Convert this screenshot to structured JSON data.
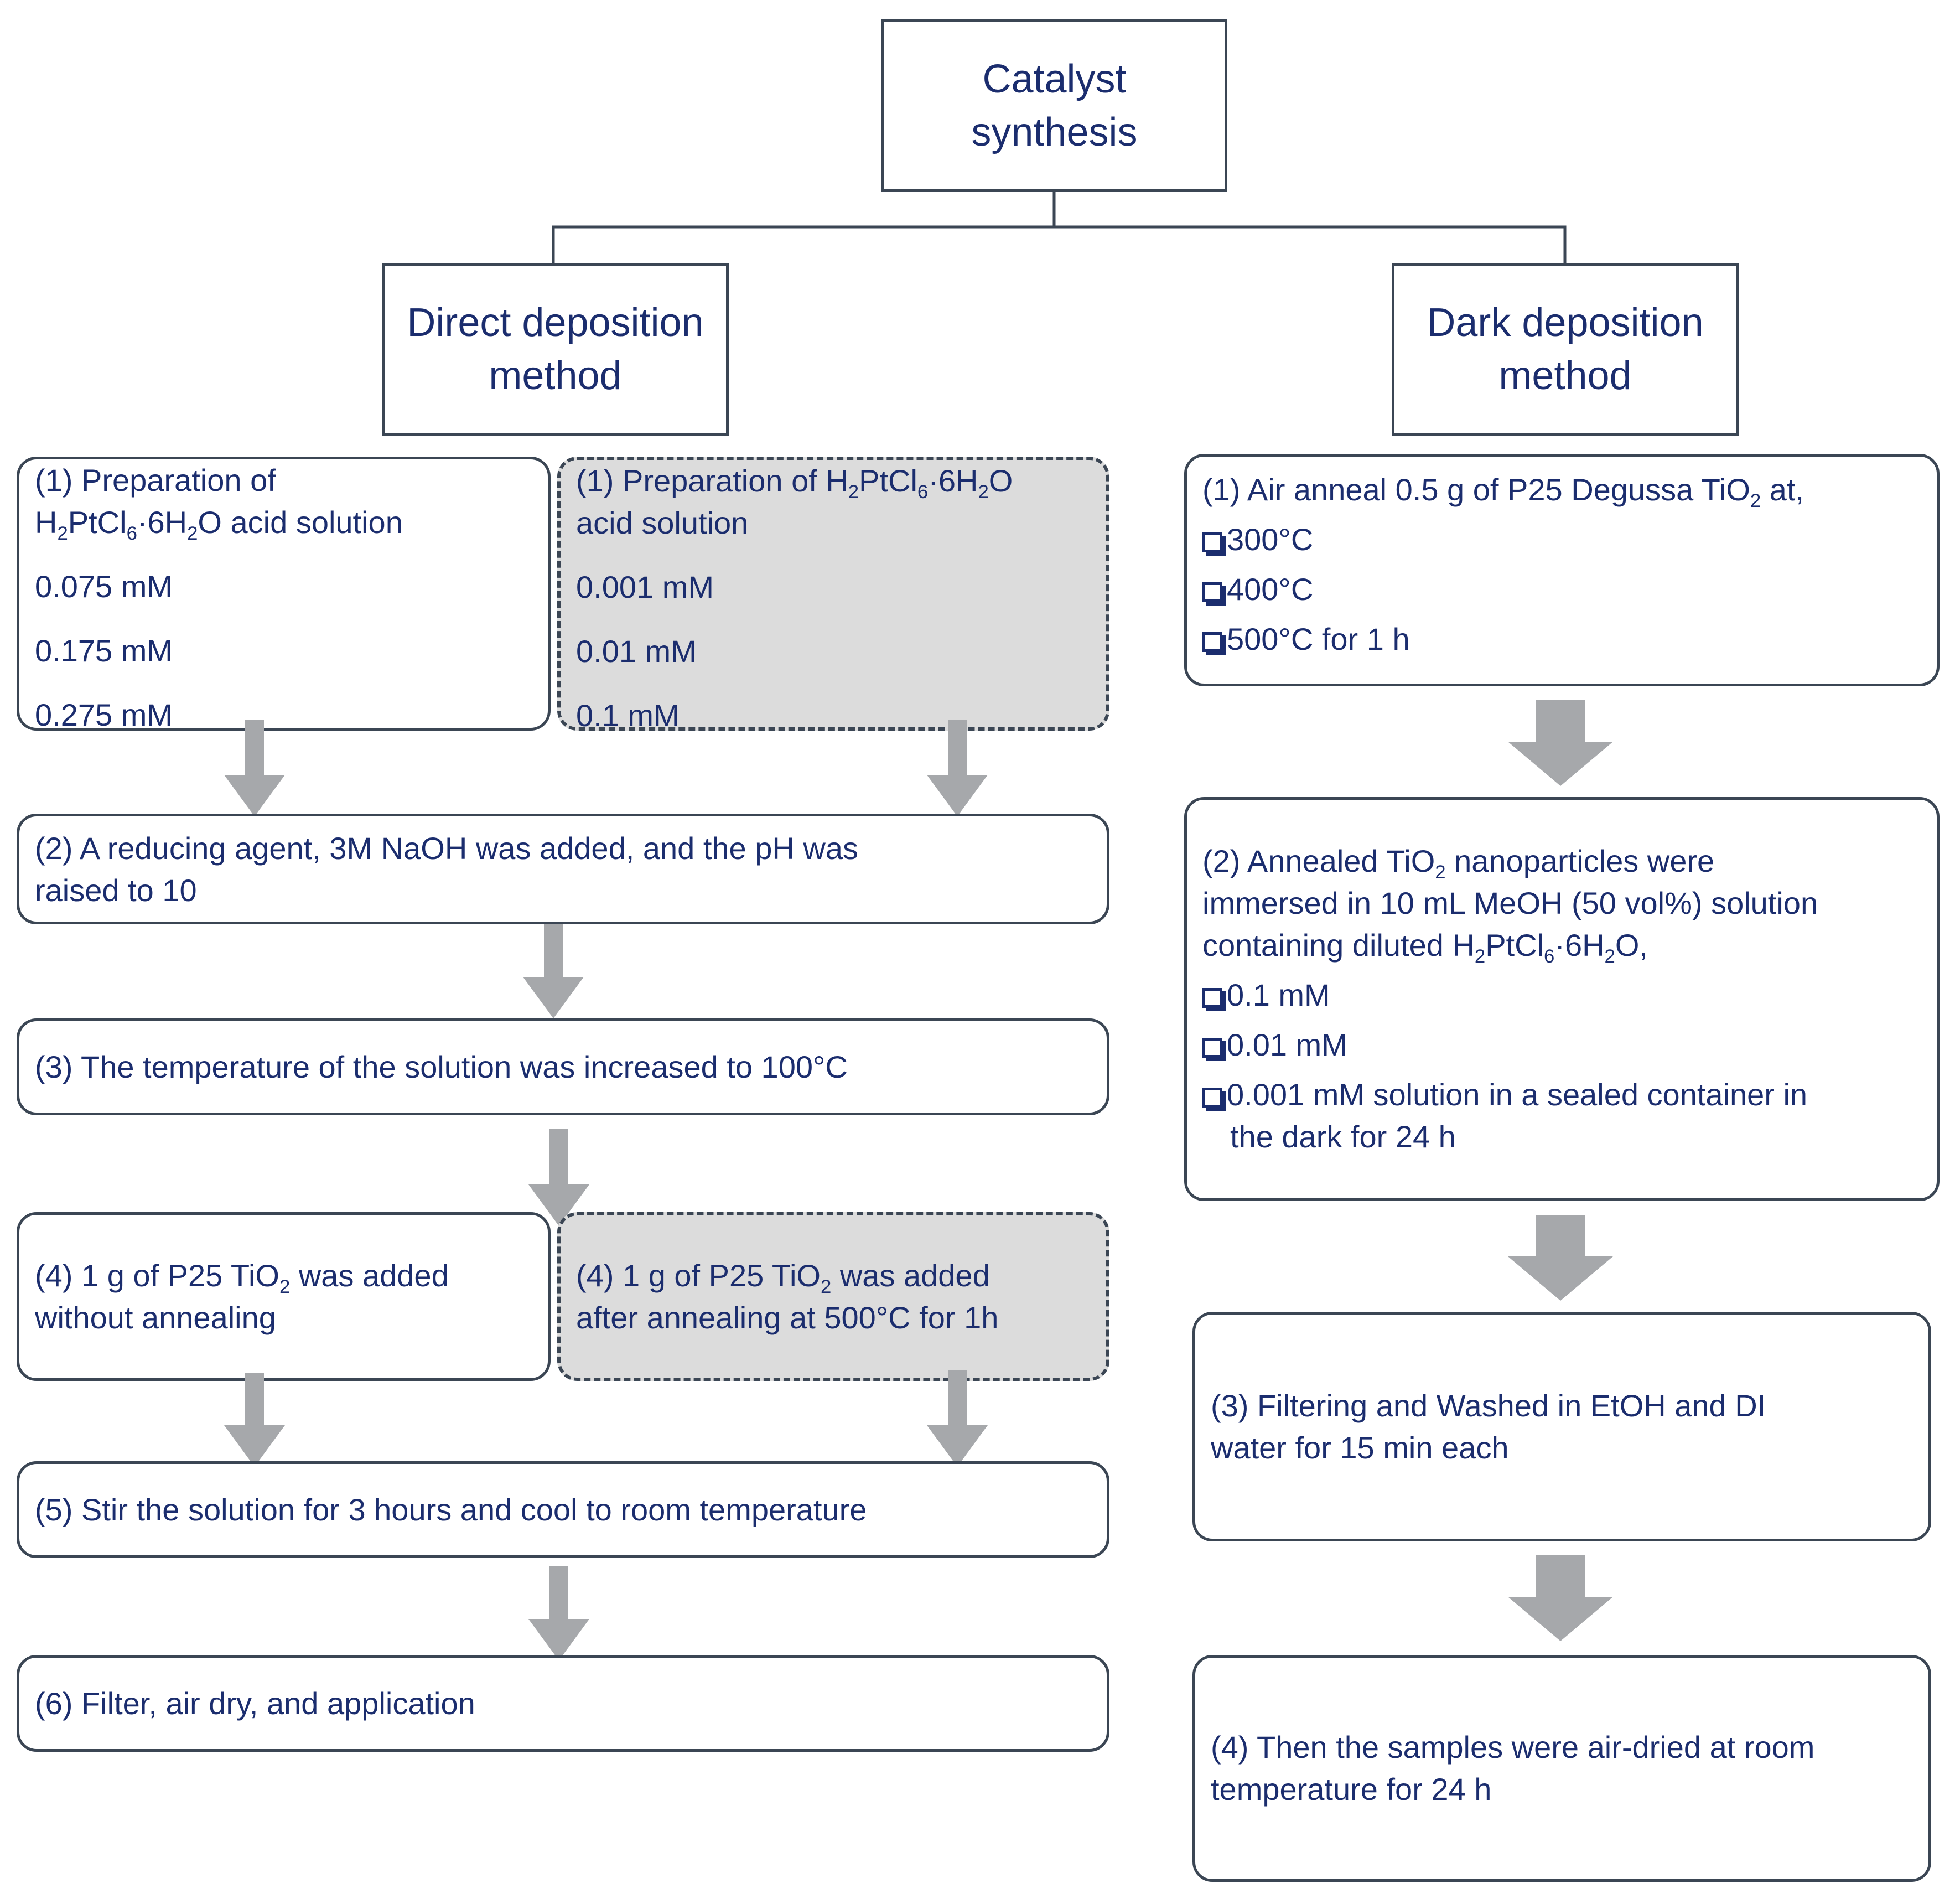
{
  "root": {
    "line1": "Catalyst",
    "line2": "synthesis"
  },
  "left_method": {
    "line1": "Direct deposition",
    "line2": "method"
  },
  "right_method": {
    "line1": "Dark deposition",
    "line2": "method"
  },
  "direct": {
    "step1a": {
      "line1": "(1) Preparation of",
      "line2_pre": "H",
      "line2_sub1": "2",
      "line2_mid": "PtCl",
      "line2_sub2": "6",
      "line2_mid2": "·6H",
      "line2_sub3": "2",
      "line2_post": "O acid solution",
      "c1": "0.075 mM",
      "c2": "0.175 mM",
      "c3": "0.275 mM"
    },
    "step1b": {
      "line1_pre": "(1) Preparation of H",
      "line1_sub1": "2",
      "line1_mid": "PtCl",
      "line1_sub2": "6",
      "line1_mid2": "·6H",
      "line1_sub3": "2",
      "line1_post": "O",
      "line2": "acid solution",
      "c1": "0.001 mM",
      "c2": "0.01 mM",
      "c3": "0.1 mM"
    },
    "step2": {
      "line1": "(2) A reducing agent, 3M NaOH was added, and the pH was",
      "line2": "raised to 10"
    },
    "step3": "(3) The temperature of the solution was increased to 100°C",
    "step4a": {
      "line1_pre": "(4) 1 g of P25 TiO",
      "line1_sub": "2",
      "line1_post": " was added",
      "line2": "without annealing"
    },
    "step4b": {
      "line1_pre": "(4) 1 g of P25 TiO",
      "line1_sub": "2",
      "line1_post": " was added",
      "line2": "after annealing at 500°C for 1h"
    },
    "step5": "(5) Stir the solution for 3 hours and cool to room temperature",
    "step6": "(6) Filter, air dry, and application"
  },
  "dark": {
    "step1": {
      "line1_pre": "(1) Air anneal 0.5 g of P25 Degussa TiO",
      "line1_sub": "2",
      "line1_post": " at,",
      "o1": "300°C",
      "o2": "400°C",
      "o3": "500°C for 1 h"
    },
    "step2": {
      "line1_pre": "(2) Annealed TiO",
      "line1_sub": "2",
      "line1_post": " nanoparticles were",
      "line2": "immersed in 10 mL MeOH (50 vol%) solution",
      "line3_pre": "containing diluted H",
      "line3_sub1": "2",
      "line3_mid": "PtCl",
      "line3_sub2": "6",
      "line3_mid2": "·6H",
      "line3_sub3": "2",
      "line3_post": "O,",
      "o1": "0.1 mM",
      "o2": "0.01 mM",
      "o3a": "0.001 mM solution in a sealed container in",
      "o3b": "the dark for 24 h"
    },
    "step3": {
      "line1": "(3) Filtering and Washed in EtOH and DI",
      "line2": "water for 15 min each"
    },
    "step4": {
      "line1": "(4) Then the samples were air-dried at room",
      "line2": "temperature for 24 h"
    }
  },
  "colors": {
    "text": "#1b2d6e",
    "border": "#3b4654",
    "arrow": "#a6a8ab",
    "highlight_fill": "#dcdcdc"
  }
}
